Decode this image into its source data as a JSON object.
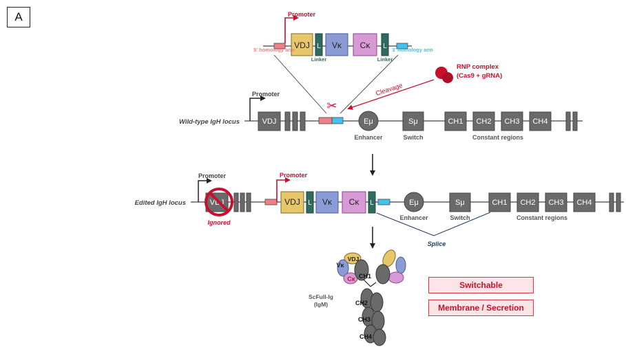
{
  "panel_label": "A",
  "colors": {
    "promoter_red": "#c8102e",
    "vdj_yellow": "#e8c66a",
    "vk_blue": "#8a9bd6",
    "ck_pink": "#d89ad6",
    "linker_green": "#2f6b5e",
    "arm5_pink": "#f08088",
    "arm3_cyan": "#44c2ee",
    "gray_box": "#6a6a6a",
    "splice_navy": "#1f3a6e"
  },
  "donor": {
    "promoter": "Promoter",
    "vdj": "VDJ",
    "l1": "L",
    "vk": "Vκ",
    "ck": "Cκ",
    "l2": "L",
    "linker1": "Linker",
    "linker2": "Linker",
    "arm5": "5' homology arm",
    "arm3": "3' homology arm"
  },
  "rnp": {
    "line1": "RNP complex",
    "line2": "(Cas9 + gRNA)",
    "cleavage": "Cleavage",
    "scissors": "✂"
  },
  "wt": {
    "label": "Wild-type IgH locus",
    "promoter": "Promoter",
    "vdj": "VDJ",
    "emu": "Eμ",
    "enhancer": "Enhancer",
    "smu": "Sμ",
    "switch": "Switch",
    "ch1": "CH1",
    "ch2": "CH2",
    "ch3": "CH3",
    "ch4": "CH4",
    "constant": "Constant regions"
  },
  "edited": {
    "label": "Edited IgH locus",
    "promoter_old": "Promoter",
    "vdj_old": "VDJ",
    "ignored": "Ignored",
    "promoter_new": "Promoter",
    "vdj": "VDJ",
    "l1": "L",
    "vk": "Vκ",
    "ck": "Cκ",
    "l2": "L",
    "emu": "Eμ",
    "enhancer": "Enhancer",
    "smu": "Sμ",
    "switch": "Switch",
    "ch1": "CH1",
    "ch2": "CH2",
    "ch3": "CH3",
    "ch4": "CH4",
    "constant": "Constant regions",
    "splice": "Splice"
  },
  "antibody": {
    "vdj": "VDJ",
    "vk": "Vκ",
    "ck": "Cκ",
    "ch1": "CH1",
    "ch2": "CH2",
    "ch3": "CH3",
    "ch4": "CH4",
    "name1": "ScFull-Ig",
    "name2": "(IgM)"
  },
  "features": {
    "switchable": "Switchable",
    "membrane": "Membrane / Secretion"
  }
}
